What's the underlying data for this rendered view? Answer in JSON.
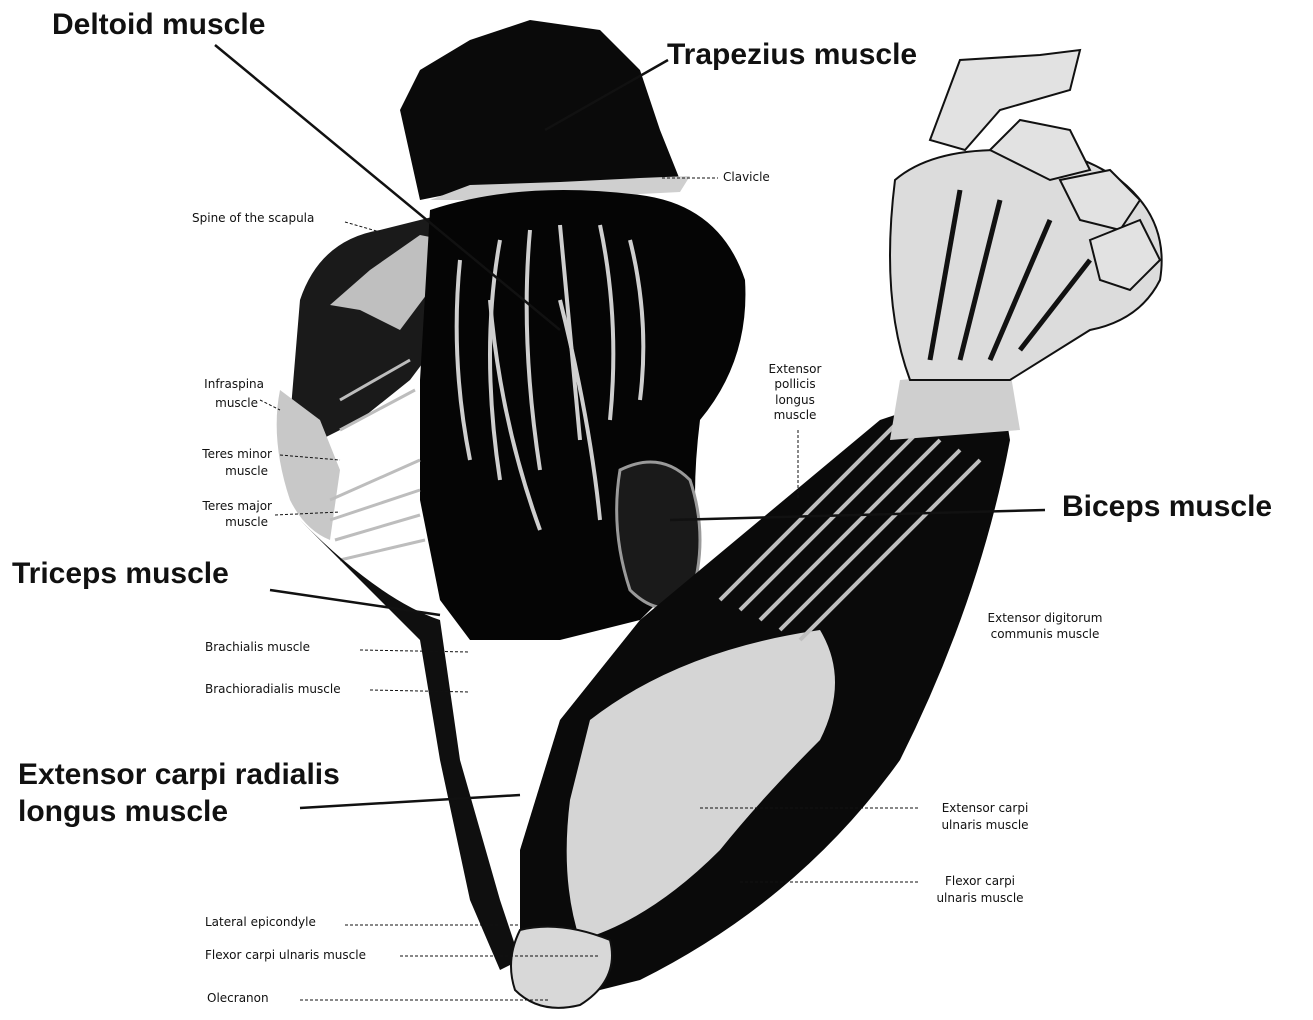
{
  "labels": {
    "deltoid": "Deltoid muscle",
    "trapezius": "Trapezius muscle",
    "biceps": "Biceps muscle",
    "triceps": "Triceps muscle",
    "ecrl_line1": "Extensor carpi radialis",
    "ecrl_line2": "longus muscle"
  },
  "small_labels": {
    "clavicle": "Clavicle",
    "spine_scapula": "Spine of the scapula",
    "infraspinatus_1": "Infraspina",
    "infraspinatus_2": "muscle",
    "teres_minor_1": "Teres minor",
    "teres_minor_2": "muscle",
    "teres_major_1": "Teres major",
    "teres_major_2": "muscle",
    "epl_1": "Extensor",
    "epl_2": "pollicis",
    "epl_3": "longus",
    "epl_4": "muscle",
    "edc_1": "Extensor digitorum",
    "edc_2": "communis muscle",
    "brachialis": "Brachialis muscle",
    "brachioradialis": "Brachioradialis muscle",
    "ecu_1": "Extensor carpi",
    "ecu_2": "ulnaris muscle",
    "fcu_right_1": "Flexor carpi",
    "fcu_right_2": "ulnaris muscle",
    "lateral_epicondyle": "Lateral epicondyle",
    "fcu_bottom": "Flexor carpi ulnaris muscle",
    "olecranon": "Olecranon"
  },
  "colors": {
    "muscle_dark": "#0a0a0a",
    "muscle_light": "#d9d9d9",
    "bone": "#e8e8e8",
    "line": "#111111"
  }
}
